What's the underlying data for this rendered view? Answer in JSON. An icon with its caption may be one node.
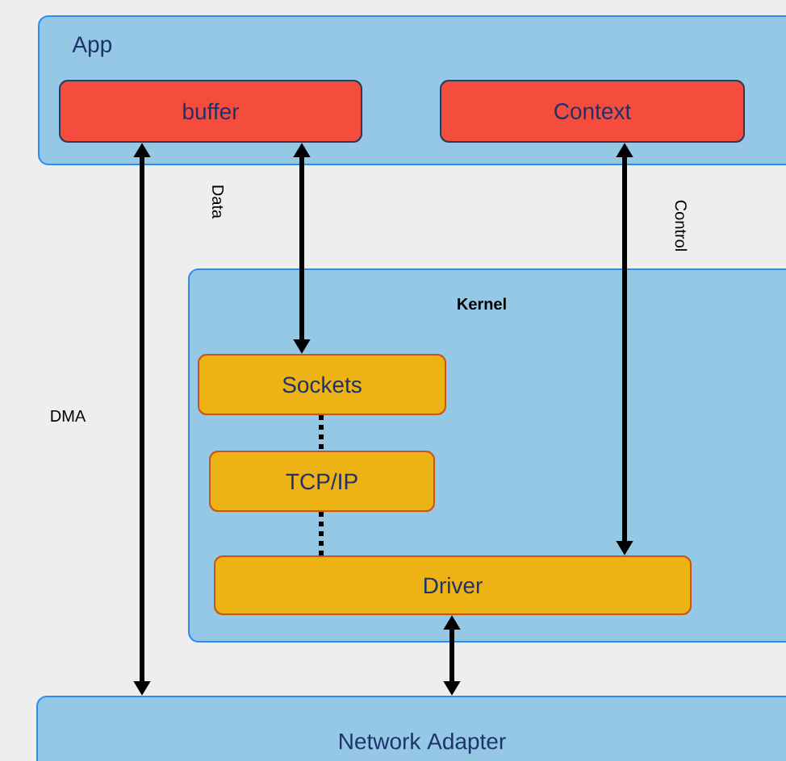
{
  "diagram": {
    "nodes": [
      {
        "text": [
          "App"
        ]
      },
      {
        "text": [
          "buffer"
        ],
        "in": 0
      },
      {
        "text": [
          "Context"
        ],
        "in": 0
      },
      {
        "text": [
          "Kernel"
        ]
      },
      {
        "text": [
          "Sockets"
        ],
        "in": 3
      },
      {
        "text": [
          "TCP/IP"
        ],
        "in": 3
      },
      {
        "text": [
          "Driver"
        ],
        "in": 3
      },
      {
        "text": [
          "Network Adapter"
        ]
      }
    ],
    "edges": [
      {
        "from": 1,
        "to": 7,
        "arrow": "both",
        "label": "DMA"
      },
      {
        "from": 1,
        "to": 4,
        "arrow": "both",
        "label": "Data"
      },
      {
        "from": 2,
        "to": 6,
        "arrow": "both",
        "label": "Control"
      },
      {
        "from": 4,
        "to": 5,
        "arrow": "none",
        "style": "dashed"
      },
      {
        "from": 5,
        "to": 6,
        "arrow": "none",
        "style": "dashed"
      },
      {
        "from": 6,
        "to": 7,
        "arrow": "both"
      }
    ]
  }
}
